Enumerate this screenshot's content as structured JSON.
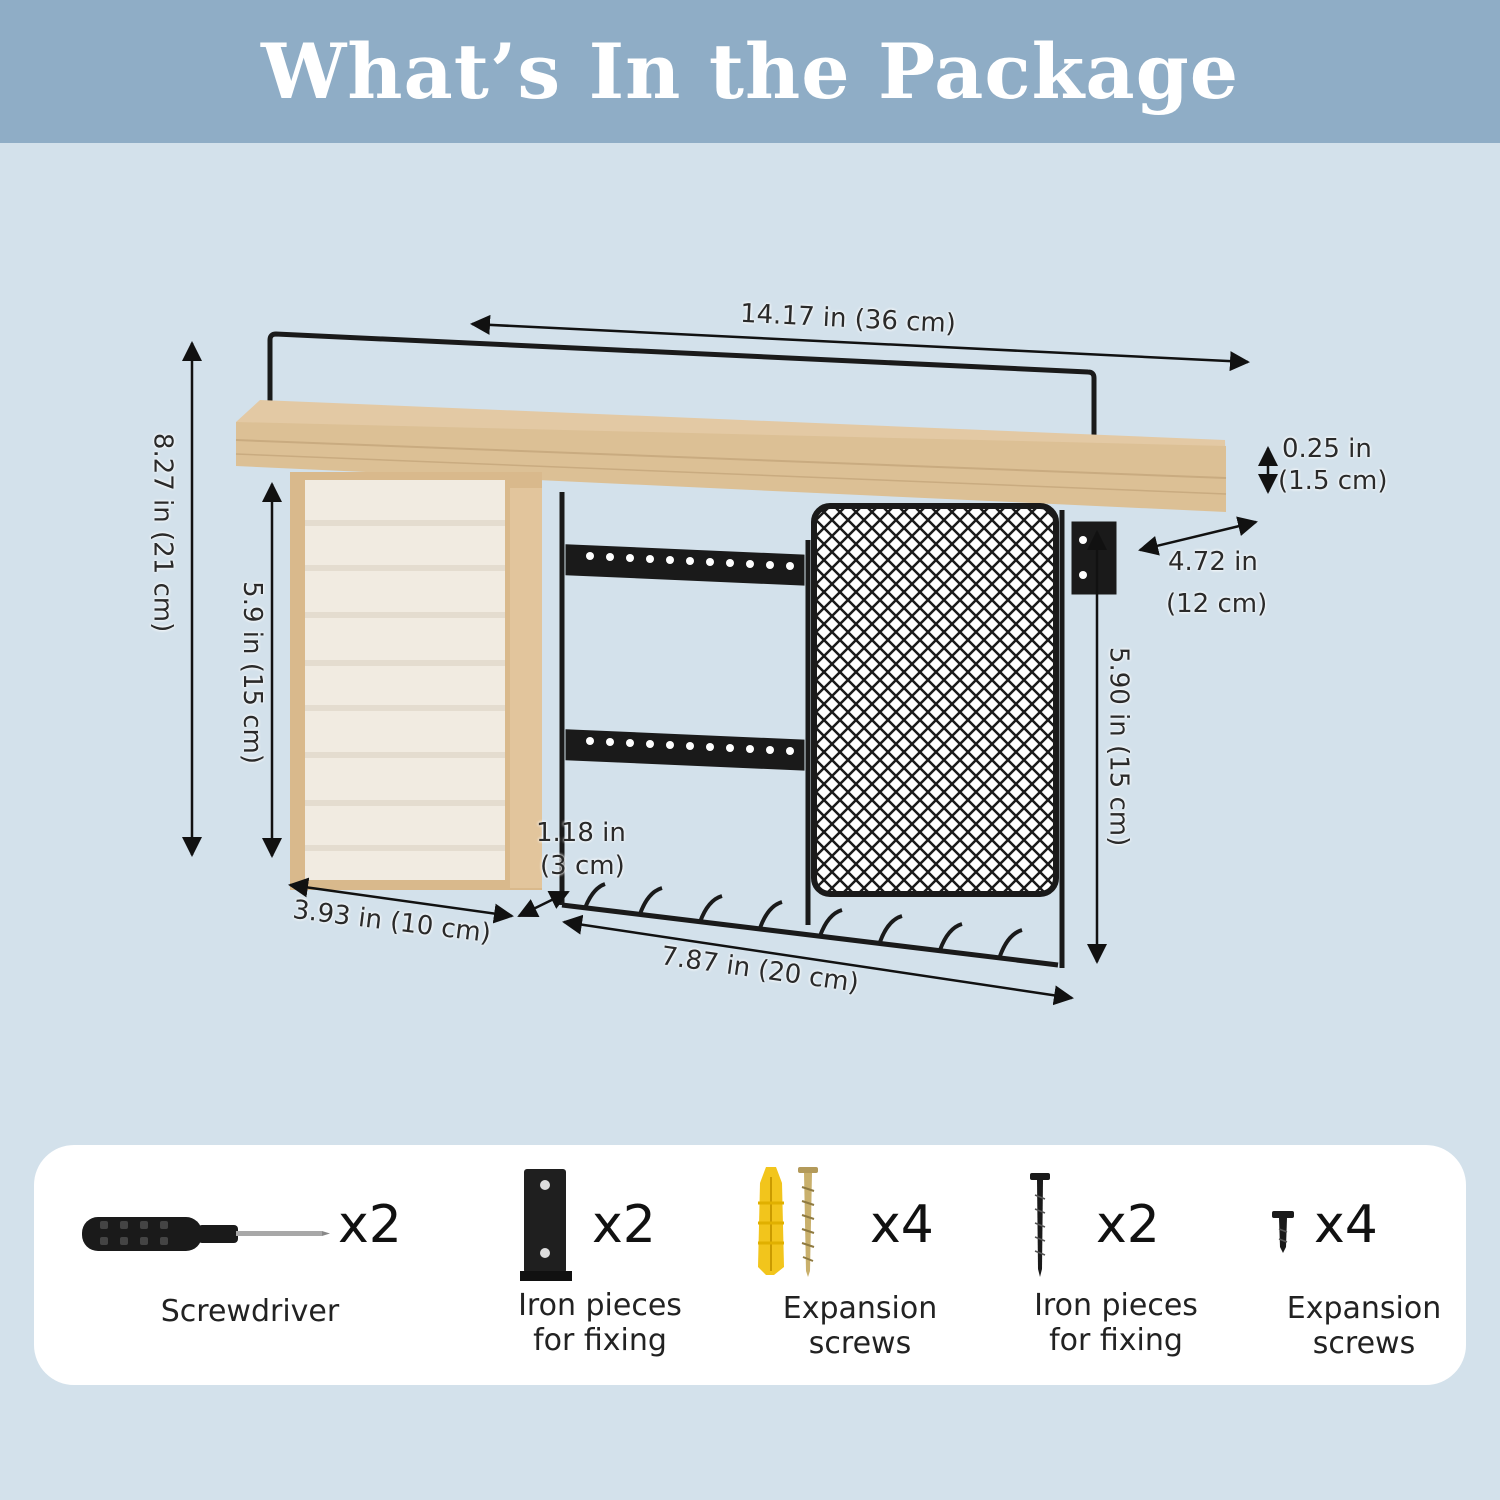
{
  "header": {
    "title": "What’s In the Package"
  },
  "dimensions": {
    "overall_width": "14.17 in (36 cm)",
    "overall_height": "8.27 in (21 cm)",
    "tray_height": "5.9 in (15 cm)",
    "tray_width": "3.93 in (10 cm)",
    "gap_line1": "1.18 in",
    "gap_line2": "(3 cm)",
    "rack_width": "7.87 in (20 cm)",
    "rack_height": "5.90 in (15 cm)",
    "shelf_depth_line1": "4.72 in",
    "shelf_depth_line2": "(12 cm)",
    "shelf_thickness_line1": "0.25 in",
    "shelf_thickness_line2": "(1.5 cm)"
  },
  "package": {
    "items": [
      {
        "icon": "screwdriver-icon",
        "qty": "x2",
        "name_lines": [
          "Screwdriver"
        ]
      },
      {
        "icon": "iron-bracket-icon",
        "qty": "x2",
        "name_lines": [
          "Iron pieces",
          "for fixing"
        ]
      },
      {
        "icon": "anchor-screw-icon",
        "qty": "x4",
        "name_lines": [
          "Expansion",
          "screws"
        ]
      },
      {
        "icon": "long-screw-icon",
        "qty": "x2",
        "name_lines": [
          "Iron pieces",
          "for fixing"
        ]
      },
      {
        "icon": "small-screw-icon",
        "qty": "x4",
        "name_lines": [
          "Expansion",
          "screws"
        ]
      }
    ]
  },
  "colors": {
    "header_bg": "#8fadc6",
    "page_bg": "#d3e1eb",
    "wood": "#e3c9a4",
    "metal": "#1a1a1a",
    "velvet": "#f1ebe1"
  }
}
